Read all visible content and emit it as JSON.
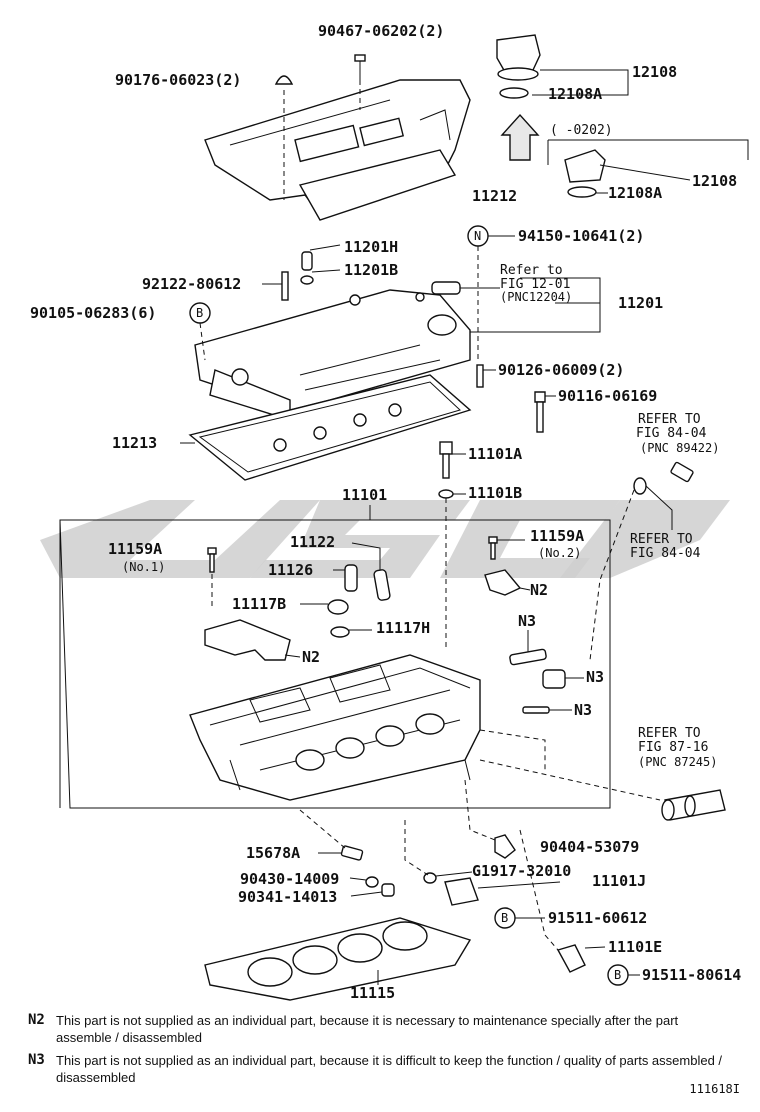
{
  "labels": {
    "p90467": "90467-06202(2)",
    "p90176": "90176-06023(2)",
    "p12108a": "12108",
    "p12108Aa": "12108A",
    "p0202": "(      -0202)",
    "p12108b": "12108",
    "p12108Ab": "12108A",
    "p11212": "11212",
    "pN": "N",
    "p94150": "94150-10641(2)",
    "p11201H": "11201H",
    "p92122": "92122-80612",
    "p11201B": "11201B",
    "refer1201a": "Refer to",
    "refer1201b": "FIG 12-01",
    "refer1201c": "(PNC12204)",
    "p11201": "11201",
    "p90105": "90105-06283(6)",
    "pB1": "B",
    "p90126": "90126-06009(2)",
    "p90116": "90116-06169",
    "p11213": "11213",
    "ref8404a": "REFER TO",
    "ref8404b": "FIG 84-04",
    "ref8404c": "(PNC 89422)",
    "p11101A": "11101A",
    "p11101": "11101",
    "p11101B": "11101B",
    "ref8404d": "REFER TO",
    "ref8404e": "FIG 84-04",
    "p11159A1": "11159A",
    "no1": "(No.1)",
    "p11122": "11122",
    "p11159A2": "11159A",
    "no2": "(No.2)",
    "p11126": "11126",
    "pN2a": "N2",
    "p11117B": "11117B",
    "p11117H": "11117H",
    "pN3a": "N3",
    "pN2b": "N2",
    "pN3b": "N3",
    "pN3c": "N3",
    "ref8716a": "REFER TO",
    "ref8716b": "FIG 87-16",
    "ref8716c": "(PNC 87245)",
    "p90404": "90404-53079",
    "p15678A": "15678A",
    "pG1917": "G1917-32010",
    "p11101J": "11101J",
    "p90430": "90430-14009",
    "p90341": "90341-14013",
    "pB2": "B",
    "p91511a": "91511-60612",
    "p11101E": "11101E",
    "pB3": "B",
    "p91511b": "91511-80614",
    "p11115": "11115"
  },
  "notes": [
    {
      "key": "N2",
      "text": "This part is not supplied as an individual part, because it is necessary to maintenance specially after the part assemble / disassembled"
    },
    {
      "key": "N3",
      "text": "This part is not supplied as an individual part, because it is difficult to keep the function / quality of parts assembled / disassembled"
    }
  ],
  "drawing_id": "111618I",
  "watermark_text": "USC"
}
